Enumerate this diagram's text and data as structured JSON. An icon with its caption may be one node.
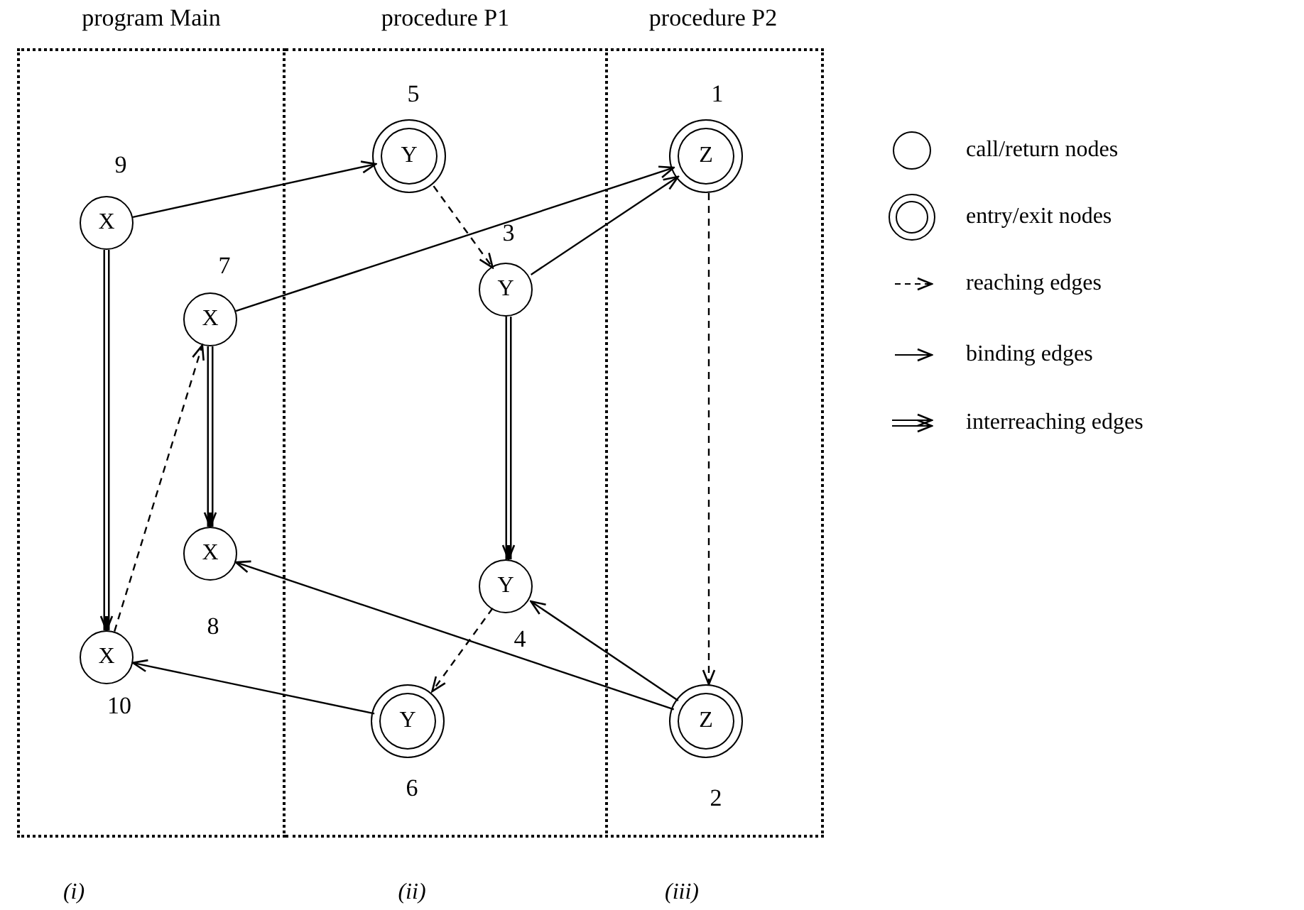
{
  "diagram": {
    "nodes": [
      {
        "text": [
          "program Main"
        ]
      },
      {
        "text": [
          "X"
        ],
        "in": 0,
        "beside": [
          "9"
        ]
      },
      {
        "text": [
          "X"
        ],
        "in": 0,
        "beside": [
          "7"
        ]
      },
      {
        "text": [
          "X"
        ],
        "in": 0,
        "beside": [
          "8"
        ]
      },
      {
        "text": [
          "X"
        ],
        "in": 0,
        "beside": [
          "10"
        ]
      },
      {
        "text": [
          "procedure P1"
        ]
      },
      {
        "text": [
          "Y"
        ],
        "in": 5,
        "beside": [
          "5"
        ]
      },
      {
        "text": [
          "Y"
        ],
        "in": 5,
        "beside": [
          "3"
        ]
      },
      {
        "text": [
          "Y"
        ],
        "in": 5,
        "beside": [
          "4"
        ]
      },
      {
        "text": [
          "Y"
        ],
        "in": 5,
        "beside": [
          "6"
        ]
      },
      {
        "text": [
          "procedure P2"
        ]
      },
      {
        "text": [
          "Z"
        ],
        "in": 10,
        "beside": [
          "1"
        ]
      },
      {
        "text": [
          "Z"
        ],
        "in": 10,
        "beside": [
          "2"
        ]
      }
    ],
    "edges": [
      {
        "from": 1,
        "to": 6,
        "arrow": "to"
      },
      {
        "from": 2,
        "to": 11,
        "arrow": "to"
      },
      {
        "from": 6,
        "to": 7,
        "arrow": "to",
        "style": "dashed"
      },
      {
        "from": 7,
        "to": 11,
        "arrow": "to"
      },
      {
        "from": 11,
        "to": 12,
        "arrow": "to",
        "style": "dashed"
      },
      {
        "from": 1,
        "to": 4,
        "arrow": "to",
        "style": "thick"
      },
      {
        "from": 2,
        "to": 3,
        "arrow": "to",
        "style": "thick"
      },
      {
        "from": 7,
        "to": 8,
        "arrow": "to",
        "style": "thick"
      },
      {
        "from": 4,
        "to": 2,
        "arrow": "to",
        "style": "dashed"
      },
      {
        "from": 8,
        "to": 9,
        "arrow": "to",
        "style": "dashed"
      },
      {
        "from": 9,
        "to": 4,
        "arrow": "to"
      },
      {
        "from": 12,
        "to": 8,
        "arrow": "to"
      },
      {
        "from": 12,
        "to": 3,
        "arrow": "to"
      }
    ],
    "labels": [
      "(i)",
      "(ii)",
      "(iii)"
    ],
    "legend": [
      {
        "text": "call/return nodes"
      },
      {
        "text": "entry/exit nodes"
      },
      {
        "text": "reaching edges"
      },
      {
        "text": "binding edges"
      },
      {
        "text": "interreaching edges"
      }
    ]
  }
}
